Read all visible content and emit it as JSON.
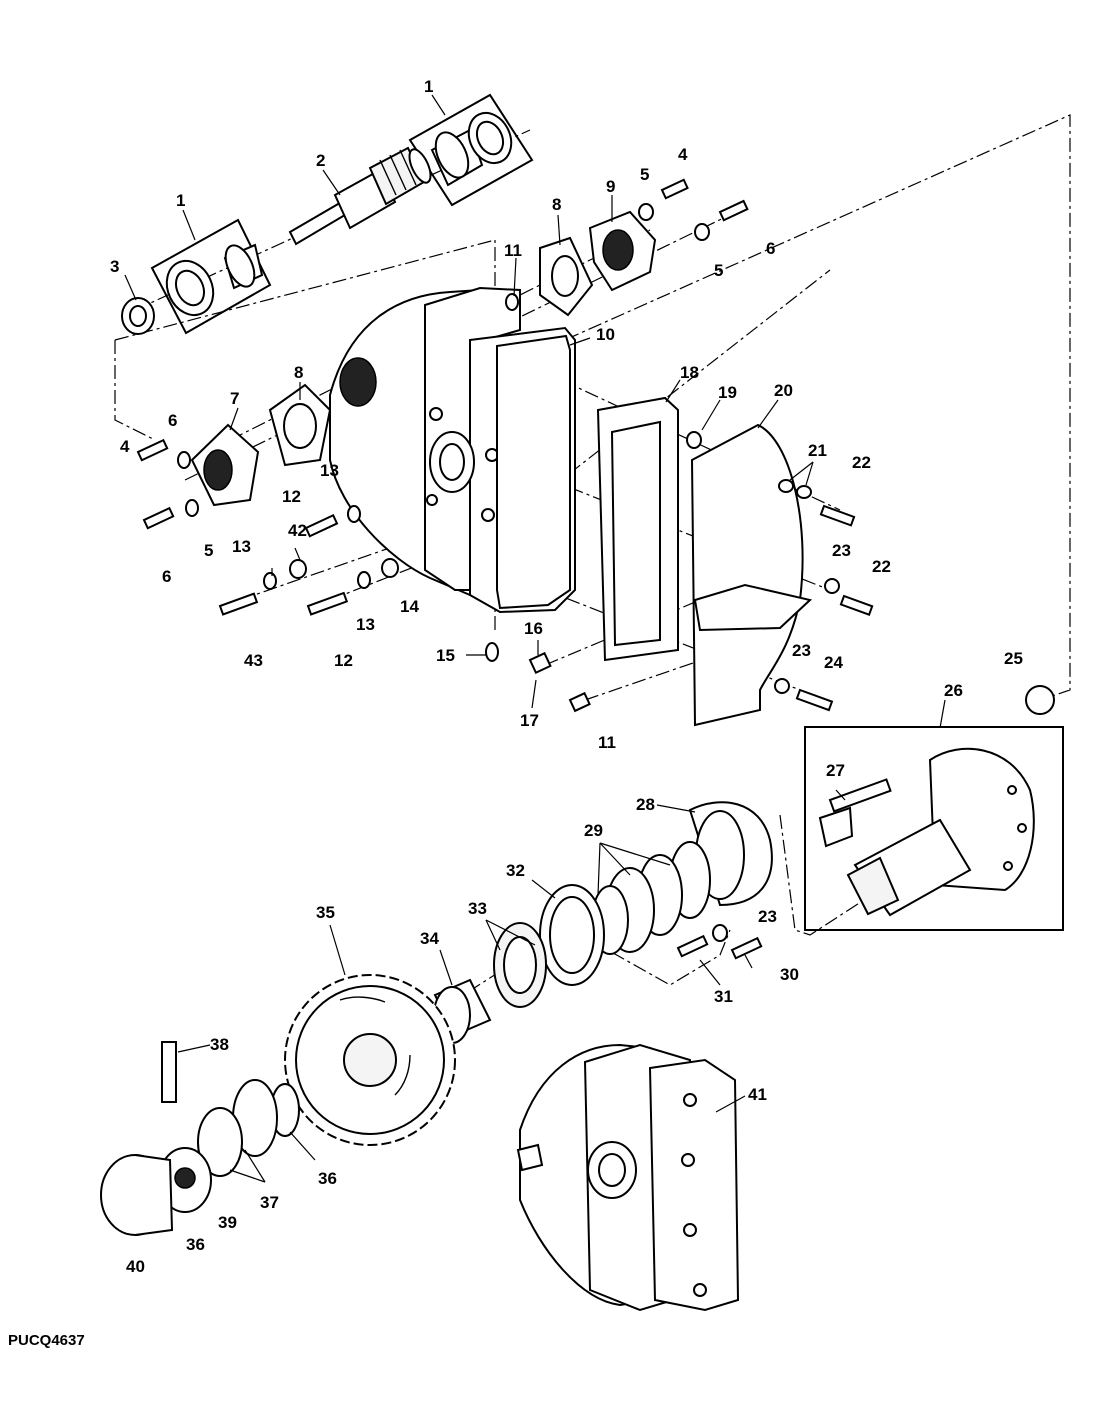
{
  "figure_code": "PUCQ4637",
  "callouts": [
    {
      "id": "c1a",
      "text": "1"
    },
    {
      "id": "c1b",
      "text": "1"
    },
    {
      "id": "c2",
      "text": "2"
    },
    {
      "id": "c3",
      "text": "3"
    },
    {
      "id": "c4a",
      "text": "4"
    },
    {
      "id": "c4b",
      "text": "4"
    },
    {
      "id": "c5a",
      "text": "5"
    },
    {
      "id": "c5b",
      "text": "5"
    },
    {
      "id": "c5c",
      "text": "5"
    },
    {
      "id": "c6a",
      "text": "6"
    },
    {
      "id": "c6b",
      "text": "6"
    },
    {
      "id": "c6c",
      "text": "6"
    },
    {
      "id": "c7",
      "text": "7"
    },
    {
      "id": "c8a",
      "text": "8"
    },
    {
      "id": "c8b",
      "text": "8"
    },
    {
      "id": "c9",
      "text": "9"
    },
    {
      "id": "c10",
      "text": "10"
    },
    {
      "id": "c11a",
      "text": "11"
    },
    {
      "id": "c11b",
      "text": "11"
    },
    {
      "id": "c12a",
      "text": "12"
    },
    {
      "id": "c12b",
      "text": "12"
    },
    {
      "id": "c13a",
      "text": "13"
    },
    {
      "id": "c13b",
      "text": "13"
    },
    {
      "id": "c13c",
      "text": "13"
    },
    {
      "id": "c14",
      "text": "14"
    },
    {
      "id": "c15",
      "text": "15"
    },
    {
      "id": "c16",
      "text": "16"
    },
    {
      "id": "c17",
      "text": "17"
    },
    {
      "id": "c18",
      "text": "18"
    },
    {
      "id": "c19",
      "text": "19"
    },
    {
      "id": "c20",
      "text": "20"
    },
    {
      "id": "c21",
      "text": "21"
    },
    {
      "id": "c22a",
      "text": "22"
    },
    {
      "id": "c22b",
      "text": "22"
    },
    {
      "id": "c23a",
      "text": "23"
    },
    {
      "id": "c23b",
      "text": "23"
    },
    {
      "id": "c23c",
      "text": "23"
    },
    {
      "id": "c24",
      "text": "24"
    },
    {
      "id": "c25",
      "text": "25"
    },
    {
      "id": "c26",
      "text": "26"
    },
    {
      "id": "c27",
      "text": "27"
    },
    {
      "id": "c28",
      "text": "28"
    },
    {
      "id": "c29",
      "text": "29"
    },
    {
      "id": "c30",
      "text": "30"
    },
    {
      "id": "c31",
      "text": "31"
    },
    {
      "id": "c32",
      "text": "32"
    },
    {
      "id": "c33",
      "text": "33"
    },
    {
      "id": "c34",
      "text": "34"
    },
    {
      "id": "c35",
      "text": "35"
    },
    {
      "id": "c36a",
      "text": "36"
    },
    {
      "id": "c36b",
      "text": "36"
    },
    {
      "id": "c37",
      "text": "37"
    },
    {
      "id": "c38",
      "text": "38"
    },
    {
      "id": "c39",
      "text": "39"
    },
    {
      "id": "c40",
      "text": "40"
    },
    {
      "id": "c41",
      "text": "41"
    },
    {
      "id": "c42",
      "text": "42"
    },
    {
      "id": "c43",
      "text": "43"
    }
  ]
}
